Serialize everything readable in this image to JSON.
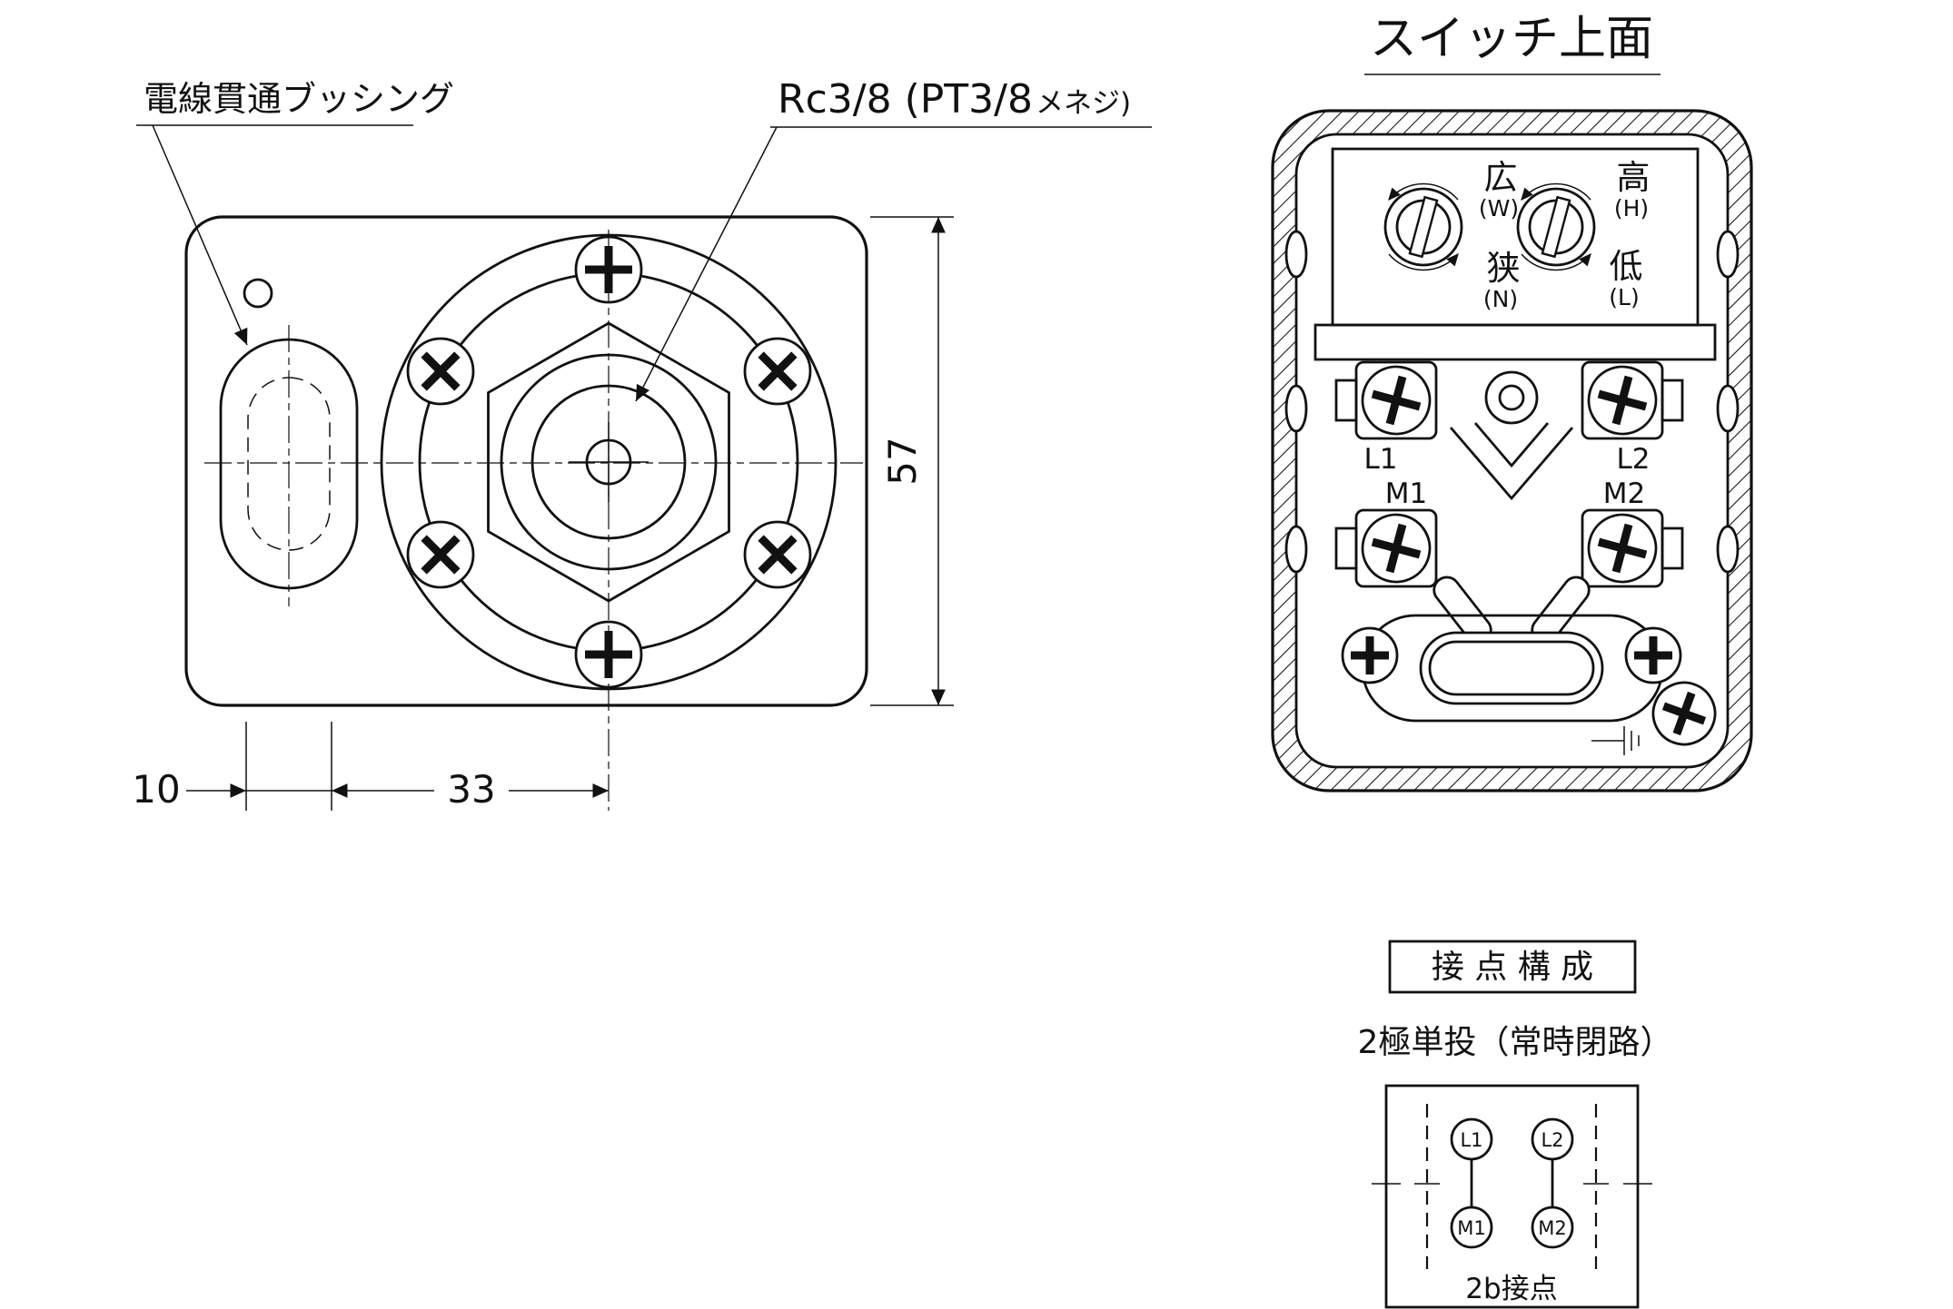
{
  "drawing": {
    "front_view": {
      "bushing_label": "電線貫通ブッシング",
      "thread_label": "Rc3/8 (PT3/8",
      "thread_label_small": "メネジ)",
      "dim_height": "57",
      "dim_slot_width": "10",
      "dim_center_distance": "33"
    },
    "top_view": {
      "title": "スイッチ上面",
      "adjusters": {
        "wide": "広",
        "wide_code": "(W)",
        "narrow": "狭",
        "narrow_code": "(N)",
        "high": "高",
        "high_code": "(H)",
        "low": "低",
        "low_code": "(L)"
      },
      "terminals": {
        "l1": "L1",
        "l2": "L2",
        "m1": "M1",
        "m2": "M2"
      }
    },
    "contact": {
      "title": "接 点 構 成",
      "subtitle": "2極単投（常時閉路）",
      "terminals": {
        "l1": "L1",
        "l2": "L2",
        "m1": "M1",
        "m2": "M2"
      },
      "type_label": "2b接点"
    },
    "colors": {
      "line": "#111111",
      "background": "#ffffff"
    }
  }
}
